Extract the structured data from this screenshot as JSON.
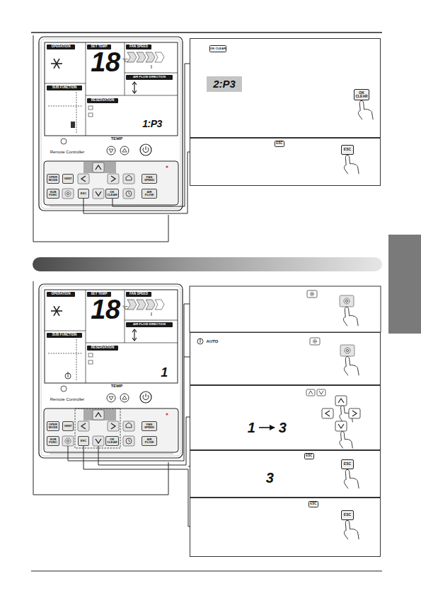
{
  "diagram": {
    "nodes": [
      {
        "text": [
          "OK CLEAR",
          "2:P3",
          "OK CLEAR"
        ]
      },
      {
        "text": [
          "ESC",
          "ESC"
        ]
      },
      {
        "text": [
          "AUTO"
        ]
      },
      {
        "text": [
          "1",
          "3"
        ]
      },
      {
        "text": [
          "ESC",
          "3",
          "ESC"
        ]
      },
      {
        "text": [
          "ESC",
          "ESC"
        ]
      }
    ],
    "labels": [
      "OPERATION",
      "SET TEMP",
      "18",
      "°C",
      "FAN SPEED",
      "AIR FLOW DIRECTION",
      "SUB FUNCTION",
      "RESERVATION",
      "1:P3",
      "TEMP",
      "Remote Controller",
      "OPER MODE",
      "VENT",
      "FAN SPEED",
      "SUB FUNC",
      "ESC",
      "OK CLEAR",
      "AIR FLOW",
      "OPERATION",
      "SET TEMP",
      "18",
      "°C",
      "FAN SPEED",
      "AIR FLOW DIRECTION",
      "SUB FUNCTION",
      "RESERVATION",
      "1",
      "TEMP",
      "Remote Controller",
      "OPER MODE",
      "VENT",
      "FAN SPEED",
      "SUB FUNC",
      "ESC",
      "OK CLEAR",
      "AIR FLOW"
    ]
  }
}
